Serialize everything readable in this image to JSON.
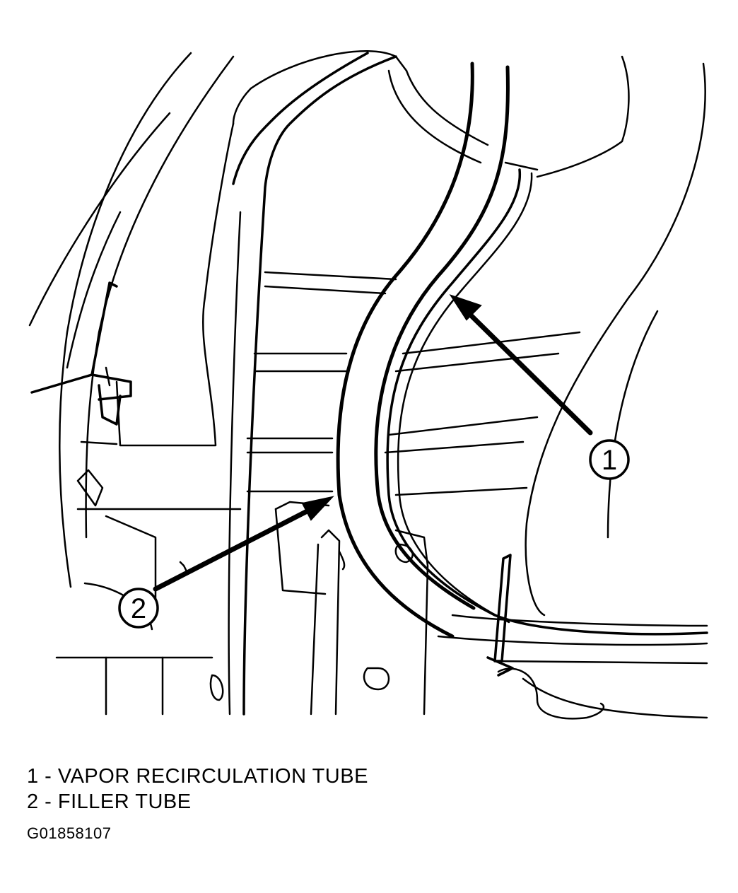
{
  "callouts": [
    {
      "number": "1",
      "label": "VAPOR RECIRCULATION TUBE"
    },
    {
      "number": "2",
      "label": "FILLER TUBE"
    }
  ],
  "legend": {
    "line1": "1 - VAPOR RECIRCULATION TUBE",
    "line2": "2 - FILLER TUBE"
  },
  "figure_id": "G01858107"
}
